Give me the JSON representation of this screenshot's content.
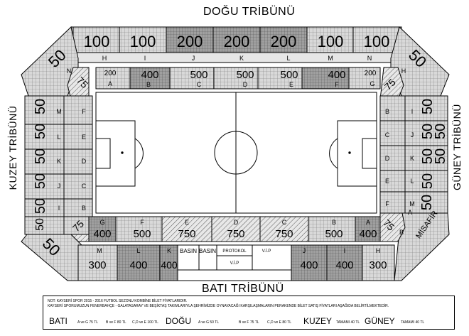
{
  "stands": {
    "north_top": "DOĞU TRİBÜNÜ",
    "south_bottom": "BATI TRİBÜNÜ",
    "left": "KUZEY TRİBÜNÜ",
    "right": "GÜNEY TRİBÜNÜ"
  },
  "top_prices": [
    "100",
    "100",
    "200",
    "200",
    "200",
    "100",
    "100"
  ],
  "top_row_letters": [
    "H",
    "I",
    "J",
    "K",
    "L",
    "M",
    "N"
  ],
  "top_inner": [
    {
      "price": "200",
      "letter": "A"
    },
    {
      "price": "400",
      "letter": "B"
    },
    {
      "price": "500",
      "letter": "C"
    },
    {
      "price": "500",
      "letter": "D"
    },
    {
      "price": "500",
      "letter": "E"
    },
    {
      "price": "400",
      "letter": "F"
    },
    {
      "price": "200",
      "letter": "G"
    }
  ],
  "bottom_inner": [
    {
      "price": "400",
      "letter": "G"
    },
    {
      "price": "500",
      "letter": "F"
    },
    {
      "price": "750",
      "letter": "E"
    },
    {
      "price": "750",
      "letter": "D"
    },
    {
      "price": "750",
      "letter": "C"
    },
    {
      "price": "500",
      "letter": "B"
    },
    {
      "price": "400",
      "letter": "A"
    }
  ],
  "bottom_outer": [
    {
      "price": "300",
      "letter": "M"
    },
    {
      "price": "400",
      "letter": "L"
    },
    {
      "price": "400",
      "letter": "K"
    },
    {
      "price": "400",
      "letter": "J"
    },
    {
      "price": "400",
      "letter": "I"
    },
    {
      "price": "300",
      "letter": "H"
    }
  ],
  "bottom_special": {
    "basin1": "BASIN",
    "basin2": "BASIN",
    "protokol": "PROTOKOL",
    "vip1": "V.İ.P",
    "vip2": "V.İ.P"
  },
  "corners": {
    "tl_outer": "50",
    "tl_n": "N",
    "tl_inner": "75",
    "tr_outer": "50",
    "tr_h": "H",
    "tr_inner": "75",
    "bl_outer": "50",
    "bl_inner": "75",
    "br_misafir": "MİSAFİR",
    "br_a": "A",
    "br_b": "B",
    "br_inner": "75"
  },
  "left_prices": [
    "50",
    "50",
    "50",
    "50",
    "50",
    "50"
  ],
  "left_letters_outer": [
    "M",
    "L",
    "K",
    "J",
    "I"
  ],
  "left_letters_inner": [
    "F",
    "E",
    "D",
    "C",
    "B"
  ],
  "right_prices": [
    "50",
    "50",
    "50",
    "50",
    "50",
    "50",
    "50"
  ],
  "right_letters_outer": [
    "I",
    "J",
    "K",
    "L",
    "M"
  ],
  "right_letters_inner": [
    "B",
    "C",
    "D",
    "E",
    "F"
  ],
  "note": {
    "line1": "NOT: KAYSERİ SPOR 2015 - 2016 FUTBOL SEZONU KOMBİNE BİLET FİYATLARIDIR.",
    "line2": "KAYSERİ SPORUMUZUN FENERBAHÇE - GALATASARAY VE BEŞİKTAŞ TAKIMLARIYLA ŞEHRİMİZDE OYNAYACAĞI KARŞILAŞMALARIN PERAKENDE BİLET SATIŞ FİYATLARI AŞAĞIDA BELİRTİLMEKTEDİR.",
    "bati": "BATI",
    "bati_1": "A ve G 75 TL",
    "bati_2": "B ve F 80 TL",
    "bati_3": "C,D ve E 100 TL",
    "dogu": "DOĞU",
    "dogu_1": "A ve G 50 TL",
    "dogu_2": "B ve F 75 TL",
    "dogu_3": "C,D ve E 80 TL",
    "kuzey": "KUZEY",
    "kuzey_1": "TAMAMI 40 TL",
    "guney": "GÜNEY",
    "guney_1": "TAMAMI 40 TL"
  },
  "colors": {
    "field": "#ffffff",
    "line": "#000000",
    "dark": "#8c8c8c",
    "mid": "#b4b4b4",
    "light": "#d6d6d6"
  }
}
